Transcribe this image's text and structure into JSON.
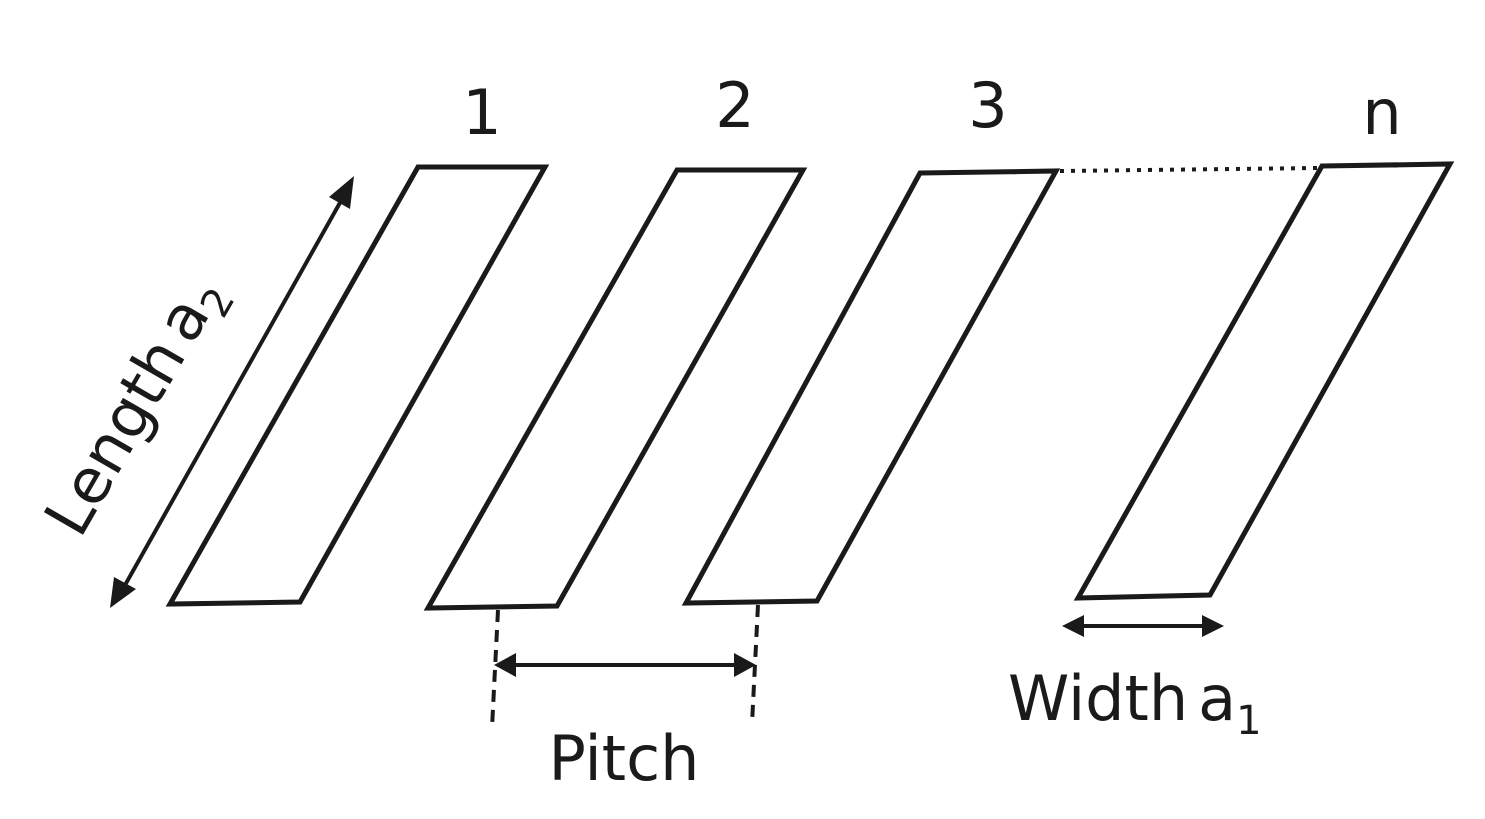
{
  "strips": {
    "labels": [
      "1",
      "2",
      "3",
      "n"
    ]
  },
  "dimensions": {
    "length_word": "Length",
    "length_var": "a",
    "length_sub": "2",
    "pitch": "Pitch",
    "width_word": "Width",
    "width_var": "a",
    "width_sub": "1"
  }
}
